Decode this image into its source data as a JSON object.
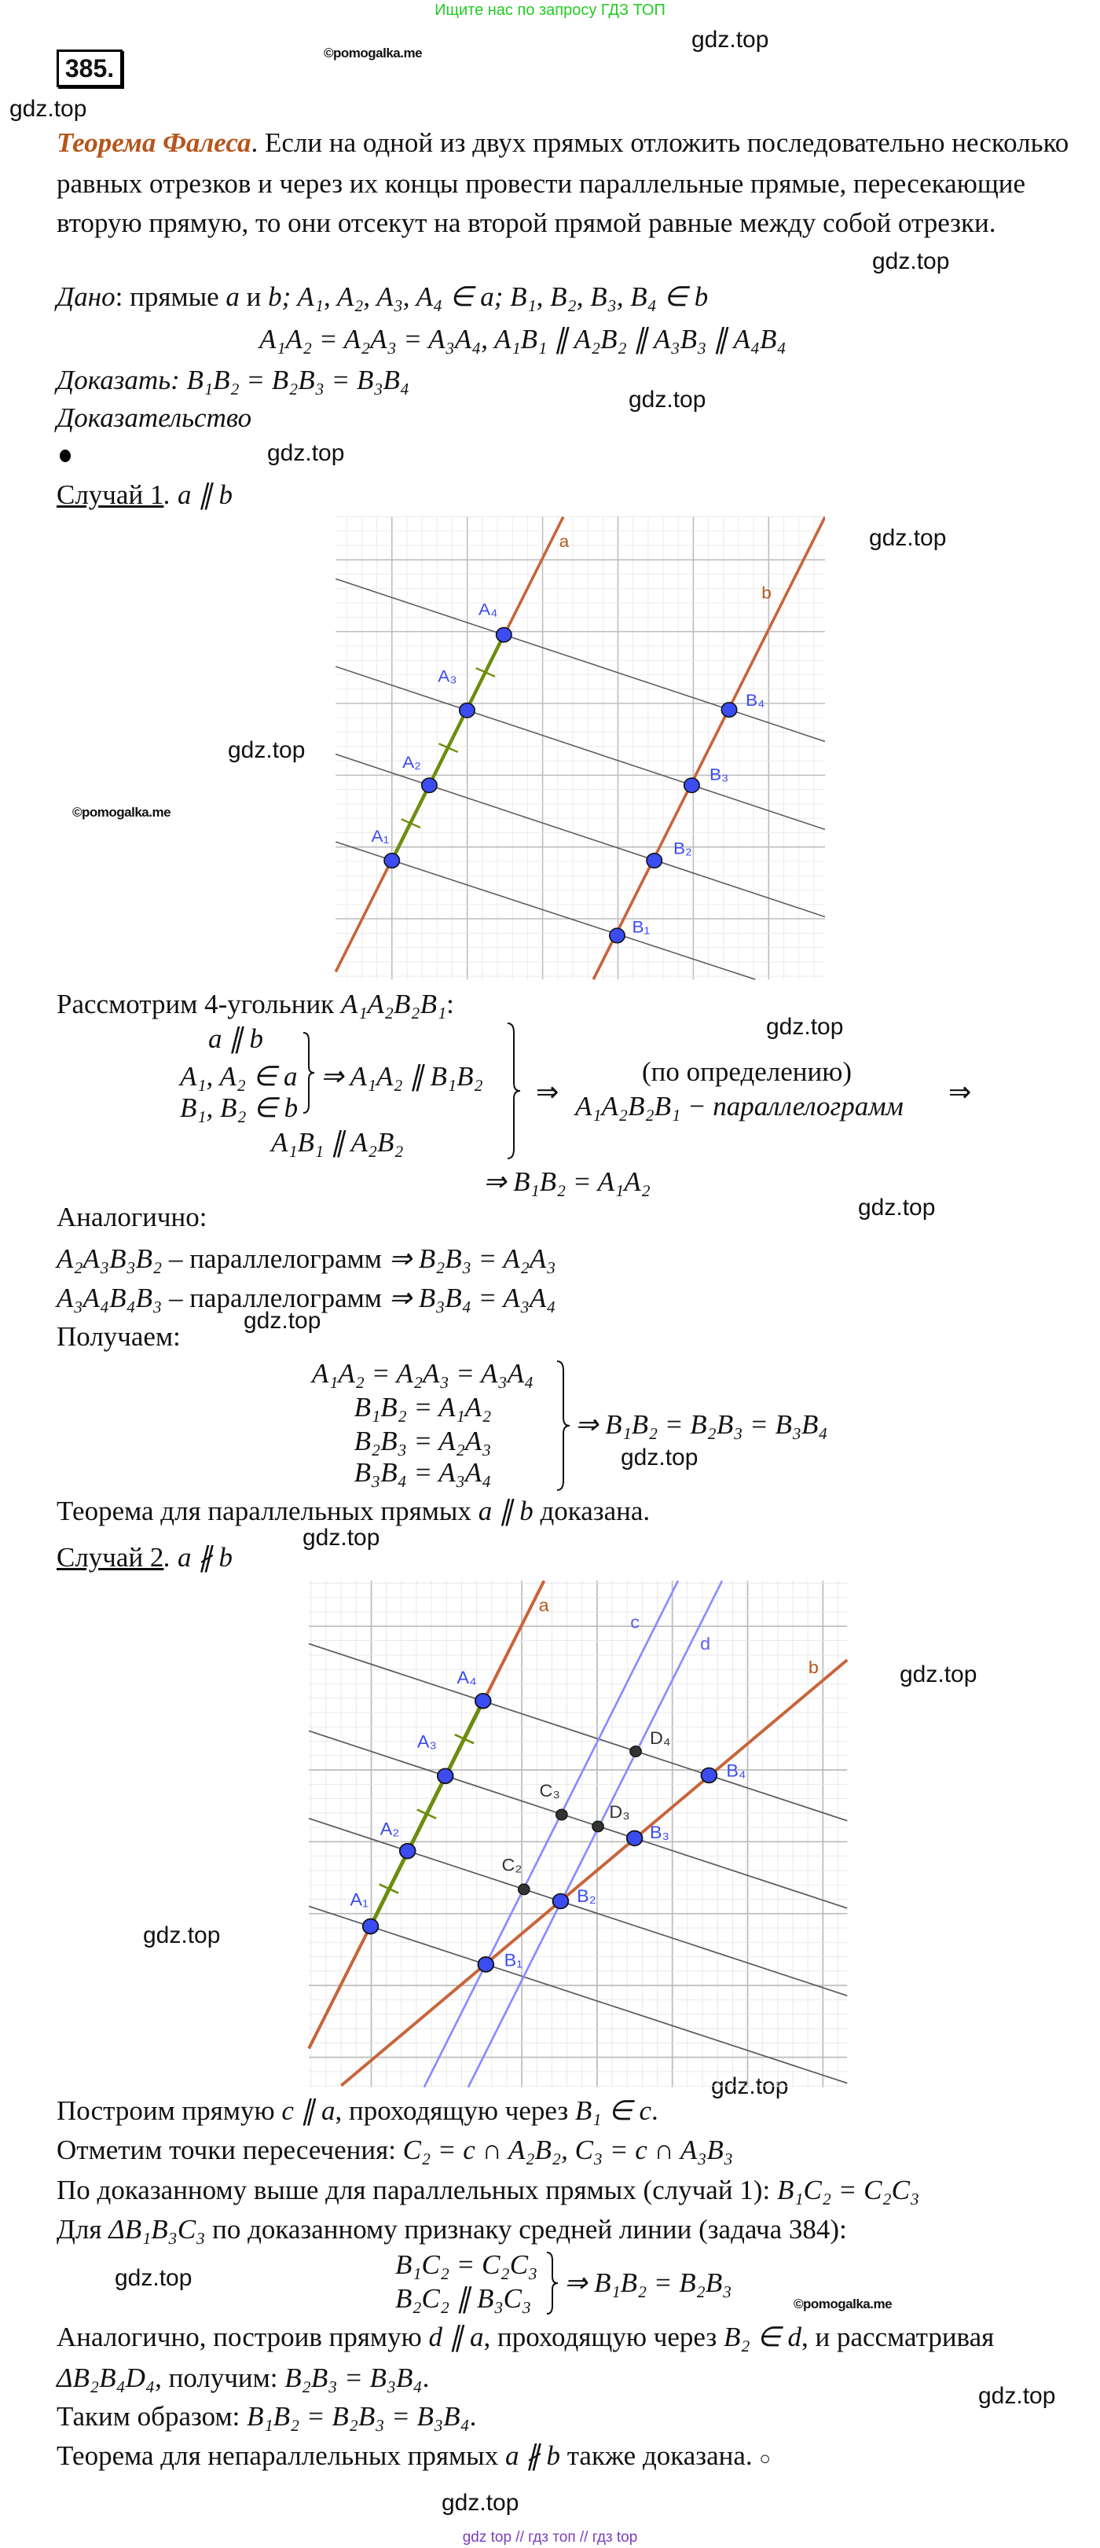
{
  "header": {
    "search_hint": "Ищите нас по запросу ГДЗ ТОП",
    "task_number": "385."
  },
  "watermarks": {
    "site": "gdz.top",
    "copyright": "©pomogalka.me",
    "footer": "gdz top // гдз топ // гдз top"
  },
  "theorem": {
    "name": "Теорема Фалеса",
    "line1": ". Если на одной из двух прямых отложить последовательно несколько",
    "line2": "равных отрезков и через их концы провести параллельные прямые, пересекающие",
    "line3": "вторую прямую, то они отсекут на второй прямой равные между собой отрезки."
  },
  "given": {
    "label": "Дано",
    "t1": ": прямые ",
    "m1": "a",
    "t2": " и ",
    "m2": "b; A₁, A₂, A₃, A₄ ∈ a; B₁, B₂, B₃, B₄ ∈ b",
    "line2": "A₁A₂ = A₂A₃ = A₃A₄,      A₁B₁ ∥ A₂B₂ ∥ A₃B₃ ∥ A₄B₄"
  },
  "prove": {
    "label": "Доказать",
    "statement": ": B₁B₂ = B₂B₃ = B₃B₄"
  },
  "proof_label": "Доказательство",
  "case1": {
    "label": "Случай 1",
    "cond": ". a ∥ b",
    "figure": {
      "line_a": "a",
      "line_b": "b",
      "points": [
        "A₁",
        "A₂",
        "A₃",
        "A₄",
        "B₁",
        "B₂",
        "B₃",
        "B₄"
      ]
    },
    "consider_text": "Рассмотрим 4-угольник ",
    "consider_math": "A₁A₂B₂B₁",
    "consider_end": ":",
    "sys": {
      "l1": "a ∥ b",
      "l2": "A₁, A₂ ∈ a",
      "l3": "B₁, B₂ ∈ b",
      "l4": "A₁B₁ ∥ A₂B₂",
      "mid": "⇒ A₁A₂ ∥ B₁B₂",
      "arrow": "⇒",
      "by_def": "(по определению)",
      "para": "A₁A₂B₂B₁ − параллелограмм",
      "arrow2": "⇒",
      "result": "⇒ B₁B₂ = A₁A₂"
    },
    "similarly": "Аналогично:",
    "sim1_math": "A₂A₃B₃B₂",
    "sim1_text": " – параллелограмм ",
    "sim1_res": "⇒ B₂B₃ = A₂A₃",
    "sim2_math": "A₃A₄B₄B₃",
    "sim2_text": " – параллелограмм ",
    "sim2_res": "⇒ B₃B₄ = A₃A₄",
    "get": "Получаем:",
    "get_sys": [
      "A₁A₂ = A₂A₃ = A₃A₄",
      "B₁B₂ = A₁A₂",
      "B₂B₃ = A₂A₃",
      "B₃B₄ = A₃A₄"
    ],
    "get_res": "⇒ B₁B₂ = B₂B₃ = B₃B₄",
    "concl_t": "Теорема для параллельных прямых ",
    "concl_m": "a ∥ b",
    "concl_e": "  доказана."
  },
  "case2": {
    "label": "Случай 2",
    "cond": ". a ∦ b",
    "figure": {
      "line_a": "a",
      "line_b": "b",
      "line_c": "c",
      "line_d": "d",
      "points": [
        "A₁",
        "A₂",
        "A₃",
        "A₄",
        "B₁",
        "B₂",
        "B₃",
        "B₄"
      ],
      "aux_points": [
        "C₂",
        "C₃",
        "D₃",
        "D₄"
      ]
    },
    "s1_t": "Построим прямую ",
    "s1_m": "c ∥ a",
    "s1_t2": ", проходящую через ",
    "s1_m2": "B₁ ∈ c",
    "s1_e": ".",
    "s2_t": "Отметим точки пересечения: ",
    "s2_m": "C₂ = c ∩ A₂B₂,  C₃ = c ∩ A₃B₃",
    "s3_t": "По доказанному выше для параллельных прямых (случай 1): ",
    "s3_m": "B₁C₂ = C₂C₃",
    "s4_t": "Для ",
    "s4_m": "ΔB₁B₃C₃",
    "s4_t2": " по доказанному признаку средней линии (задача 384):",
    "sys": [
      "B₁C₂ = C₂C₃",
      "B₂C₂ ∥ B₃C₃"
    ],
    "sys_res": "⇒ B₁B₂ = B₂B₃",
    "s5_t": "Аналогично, построив прямую ",
    "s5_m": "d ∥ a",
    "s5_t2": ", проходящую через ",
    "s5_m2": "B₂ ∈ d",
    "s5_t3": ", и рассматривая",
    "s6_m": "ΔB₂B₄D₄",
    "s6_t": ", получим: ",
    "s6_m2": "B₂B₃ = B₃B₄",
    "s6_e": ".",
    "s7_t": "Таким образом: ",
    "s7_m": "B₁B₂ = B₂B₃ = B₃B₄",
    "s7_e": ".",
    "s8_t": "Теорема для непараллельных прямых ",
    "s8_m": "a ∦ b",
    "s8_t2": " также  доказана. ",
    "s8_end": "○"
  },
  "colors": {
    "title": "#b5561c",
    "line_ab": "#c8643a",
    "segment": "#6b8e0c",
    "point": "#3b4cf0",
    "aux_line": "#8a8cff",
    "header": "#22cc22",
    "footer": "#7a3fbf"
  }
}
